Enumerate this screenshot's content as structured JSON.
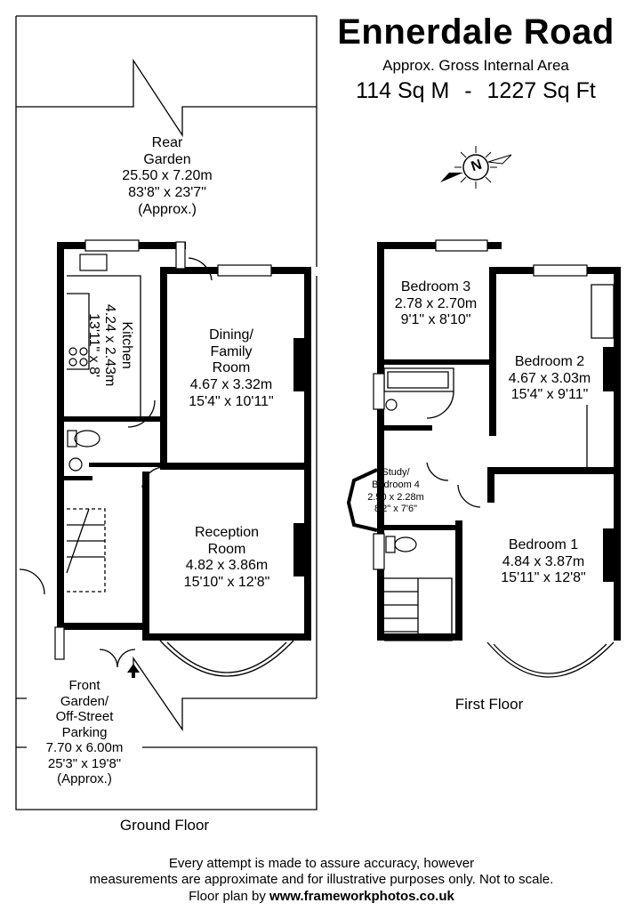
{
  "header": {
    "title": "Ennerdale Road",
    "subtitle": "Approx. Gross Internal Area",
    "area_metric": "114 Sq M",
    "area_separator": "-",
    "area_imperial": "1227 Sq Ft"
  },
  "compass": {
    "label": "N"
  },
  "ground_floor": {
    "label": "Ground Floor",
    "rooms": {
      "rear_garden": {
        "name1": "Rear",
        "name2": "Garden",
        "metric": "25.50 x 7.20m",
        "imperial": "83'8\" x 23'7\"",
        "note": "(Approx.)"
      },
      "kitchen": {
        "name": "Kitchen",
        "metric": "4.24 x 2.43m",
        "imperial": "13'11\" x 8'"
      },
      "dining": {
        "name1": "Dining/",
        "name2": "Family",
        "name3": "Room",
        "metric": "4.67 x 3.32m",
        "imperial": "15'4\" x 10'11\""
      },
      "reception": {
        "name1": "Reception",
        "name2": "Room",
        "metric": "4.82 x 3.86m",
        "imperial": "15'10\" x 12'8\""
      },
      "front_garden": {
        "name1": "Front",
        "name2": "Garden/",
        "name3": "Off-Street",
        "name4": "Parking",
        "metric": "7.70 x 6.00m",
        "imperial": "25'3\" x 19'8\"",
        "note": "(Approx.)"
      }
    }
  },
  "first_floor": {
    "label": "First Floor",
    "rooms": {
      "bedroom3": {
        "name": "Bedroom 3",
        "metric": "2.78 x 2.70m",
        "imperial": "9'1\" x 8'10\""
      },
      "bedroom2": {
        "name": "Bedroom 2",
        "metric": "4.67 x 3.03m",
        "imperial": "15'4\" x 9'11\""
      },
      "study": {
        "name1": "Study/",
        "name2": "Bedroom 4",
        "metric": "2.50 x 2.28m",
        "imperial": "8'2\" x 7'6\""
      },
      "bedroom1": {
        "name": "Bedroom 1",
        "metric": "4.84 x 3.87m",
        "imperial": "15'11\" x 12'8\""
      }
    }
  },
  "footer": {
    "line1": "Every attempt is made to assure accuracy, however",
    "line2": "measurements are approximate and for illustrative purposes only. Not to scale.",
    "line3_prefix": "Floor plan by",
    "line3_url": "www.frameworkphotos.co.uk"
  },
  "colors": {
    "walls": "#000000",
    "background": "#ffffff",
    "lines": "#000000"
  }
}
